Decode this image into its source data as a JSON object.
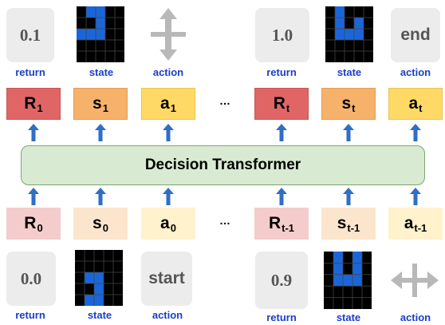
{
  "top_row": {
    "return_1": "0.1",
    "return_t": "1.0",
    "action_t": "end",
    "labels": [
      "return",
      "state",
      "action",
      "return",
      "state",
      "action"
    ]
  },
  "top_tokens": {
    "R": "R",
    "R_sub": "1",
    "s": "s",
    "s_sub": "1",
    "a": "a",
    "a_sub": "1",
    "Rt": "R",
    "Rt_sub": "t",
    "st": "s",
    "st_sub": "t",
    "at": "a",
    "at_sub": "t",
    "dots": "…"
  },
  "model": {
    "title": "Decision Transformer"
  },
  "bottom_tokens": {
    "R": "R",
    "R_sub": "0",
    "s": "s",
    "s_sub": "0",
    "a": "a",
    "a_sub": "0",
    "Rt": "R",
    "Rt_sub": "t-1",
    "st": "s",
    "st_sub": "t-1",
    "at": "a",
    "at_sub": "t-1",
    "dots": "…"
  },
  "bottom_row": {
    "return_0": "0.0",
    "action_0": "start",
    "return_t1": "0.9",
    "labels": [
      "return",
      "state",
      "action",
      "return",
      "state",
      "action"
    ]
  },
  "colors": {
    "label_blue": "#1a3fc9",
    "arrow_blue": "#2f6fc4",
    "grid_blue": "#1a66d9",
    "model_fill": "#d9ead3"
  },
  "icons": {
    "action_top_1": "vertical-double-arrow-icon",
    "action_bottom_t1": "horizontal-double-arrow-icon"
  }
}
